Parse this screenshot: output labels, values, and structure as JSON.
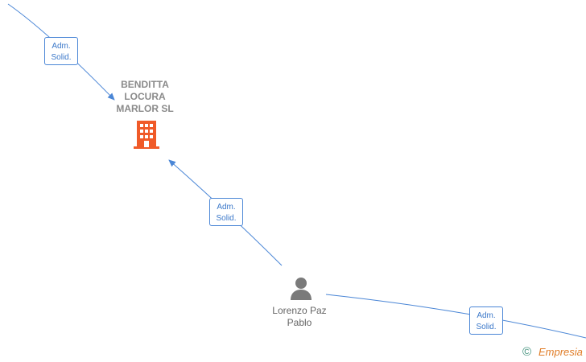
{
  "company": {
    "name_lines": [
      "BENDITTA",
      "LOCURA",
      "MARLOR  SL"
    ],
    "icon": "building-icon",
    "icon_color": "#f05a28"
  },
  "person": {
    "name_lines": [
      "Lorenzo Paz",
      "Pablo"
    ],
    "icon": "person-icon",
    "icon_color": "#7a7a7a"
  },
  "edges": [
    {
      "label_lines": [
        "Adm.",
        "Solid."
      ]
    },
    {
      "label_lines": [
        "Adm.",
        "Solid."
      ]
    },
    {
      "label_lines": [
        "Adm.",
        "Solid."
      ]
    }
  ],
  "colors": {
    "edge": "#4a86d6",
    "label_text": "#3b78c9"
  },
  "footer": {
    "copyright_symbol": "©",
    "brand": "Empresia"
  }
}
